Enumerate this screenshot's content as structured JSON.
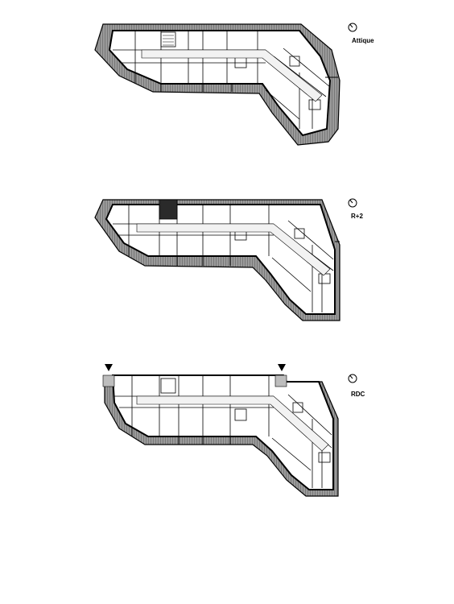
{
  "floors": [
    {
      "label": "Attique",
      "icon": "north-arrow-icon"
    },
    {
      "label": "R+2",
      "icon": "north-arrow-icon"
    },
    {
      "label": "RDC",
      "icon": "north-arrow-icon"
    }
  ],
  "entry_marker_icon": "entrance-triangle-icon",
  "colors": {
    "outline": "#000000",
    "hatch": "#8c8c8c",
    "hatch_light": "#bdbdbd",
    "background": "#ffffff"
  }
}
